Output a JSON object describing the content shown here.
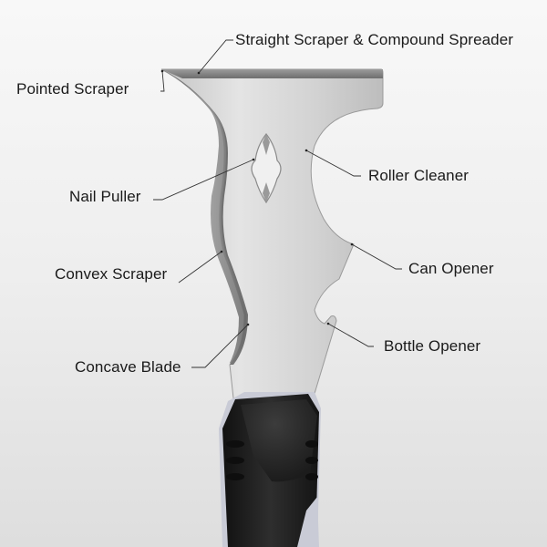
{
  "diagram": {
    "subject": "Multi-function painter's scraper tool",
    "background": {
      "top": "#f8f8f8",
      "bottom": "#dedede"
    },
    "colors": {
      "blade": "#d6d6d6",
      "blade_edge": "#7a7a7a",
      "handle": "#1c1c1c",
      "handle_trim": "#c9cbd6",
      "leader_line": "#333333",
      "label_text": "#1a1a1a"
    },
    "labels": [
      {
        "id": "straight-scraper",
        "text": "Straight Scraper & Compound  Spreader"
      },
      {
        "id": "pointed-scraper",
        "text": "Pointed Scraper"
      },
      {
        "id": "nail-puller",
        "text": "Nail Puller"
      },
      {
        "id": "roller-cleaner",
        "text": "Roller Cleaner"
      },
      {
        "id": "convex-scraper",
        "text": "Convex Scraper"
      },
      {
        "id": "can-opener",
        "text": "Can Opener"
      },
      {
        "id": "bottle-opener",
        "text": "Bottle Opener"
      },
      {
        "id": "concave-blade",
        "text": "Concave Blade"
      }
    ]
  }
}
